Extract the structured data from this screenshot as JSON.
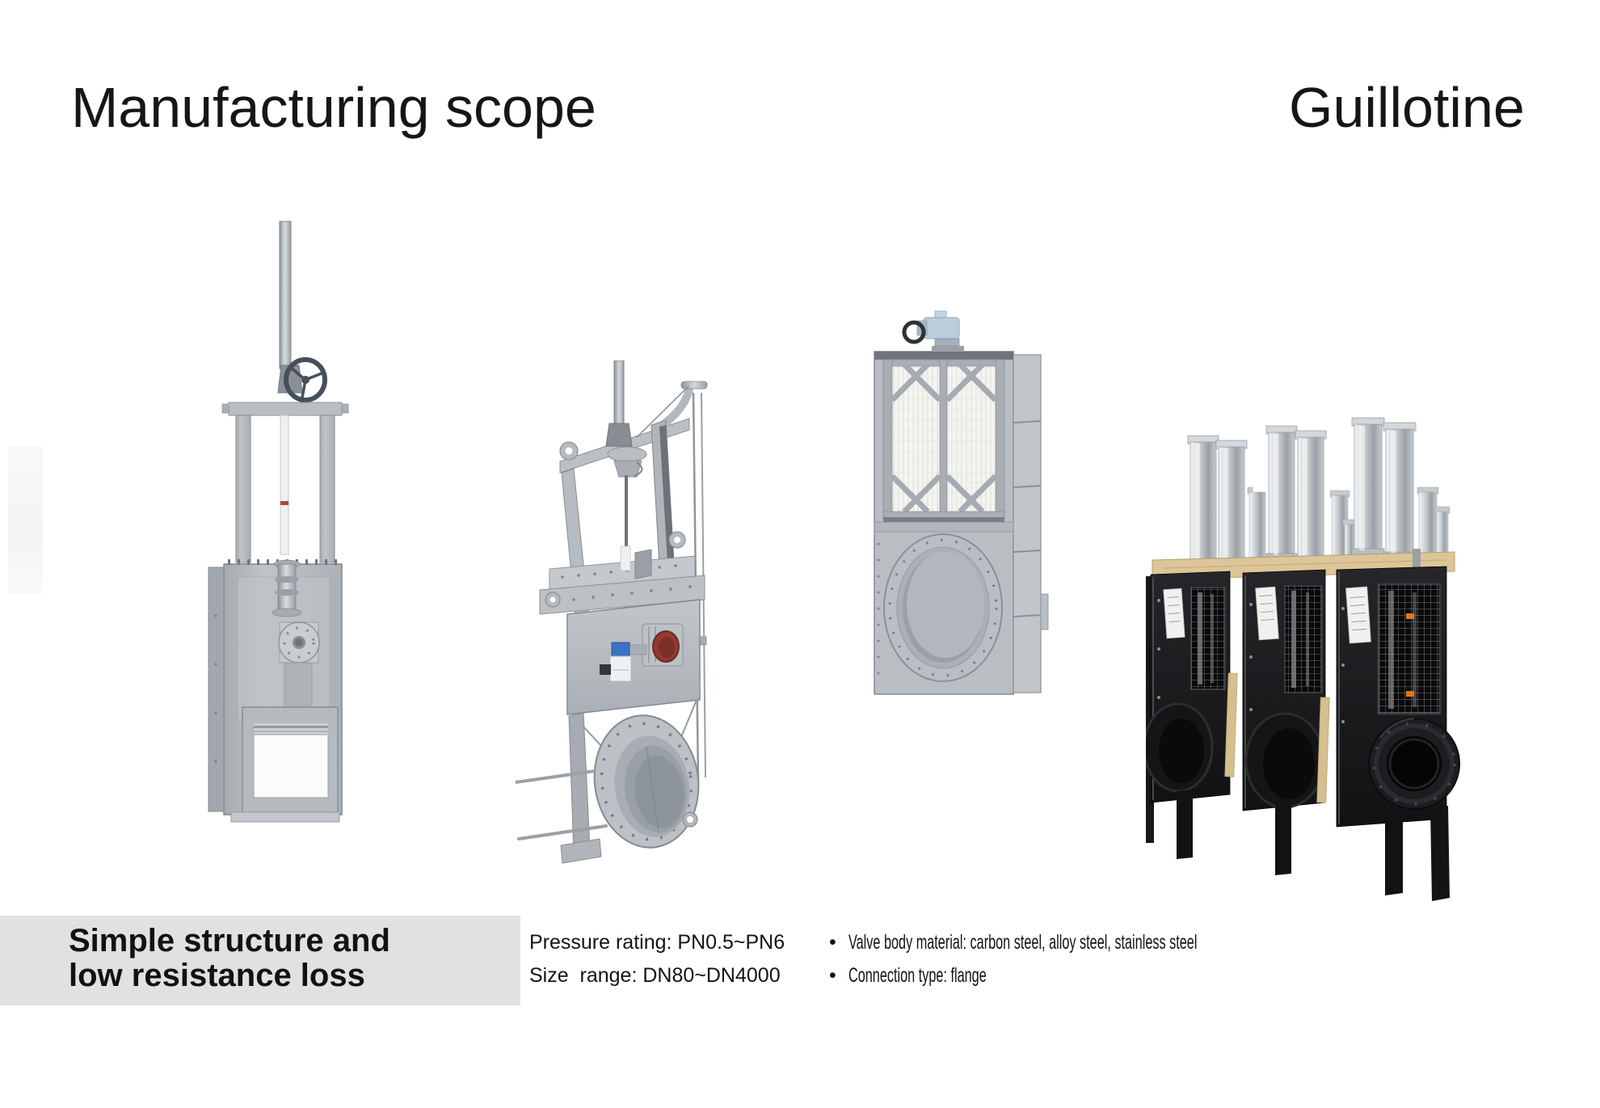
{
  "page": {
    "background": "#ffffff",
    "text_color": "#161616"
  },
  "header": {
    "title": "Manufacturing scope",
    "category": "Guillotine"
  },
  "products": [
    {
      "id": "manual-knife-gate-valve",
      "description": "Manual handwheel square knife gate valve"
    },
    {
      "id": "flanged-knife-gate-valve",
      "description": "Large flanged knife gate valve with lifting yoke and solenoid"
    },
    {
      "id": "motorized-guillotine-damper",
      "description": "Motorized guillotine damper with mesh gate and round port"
    },
    {
      "id": "pneumatic-guillotine-valve-set",
      "description": "Three pneumatic cylinder guillotine valves on wooden skid"
    }
  ],
  "footer": {
    "feature": {
      "background": "#e1e1e1",
      "lines": [
        "Simple structure and",
        "low resistance loss"
      ]
    },
    "specs": [
      "Pressure rating: PN0.5~PN6",
      "Size  range: DN80~DN4000"
    ],
    "bullet_glyph": "•",
    "bullets": [
      "Valve body material: carbon steel, alloy steel, stainless steel",
      "Connection type: flange"
    ]
  }
}
